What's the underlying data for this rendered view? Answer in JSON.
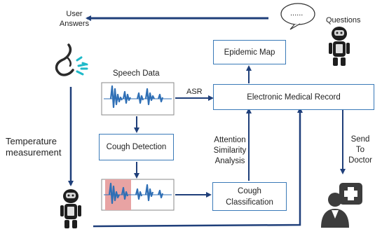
{
  "labels": {
    "user_answers": [
      "User",
      "Answers"
    ],
    "questions": "Questions",
    "bubble": "......",
    "speech_data": "Speech Data",
    "asr": "ASR",
    "temperature": [
      "Temperature",
      "measurement"
    ],
    "attention": [
      "Attention",
      "Similarity",
      "Analysis"
    ],
    "send_to_doctor": [
      "Send",
      "To",
      "Doctor"
    ]
  },
  "boxes": {
    "epidemic_map": "Epidemic Map",
    "emr": "Electronic Medical Record",
    "cough_detection": "Cough Detection",
    "cough_classification": [
      "Cough",
      "Classification"
    ]
  },
  "colors": {
    "arrow": "#1f3f7a",
    "box_border": "#3a7ab8",
    "waveform": "#2f6fb5",
    "cough_highlight": "#e8a3a3"
  },
  "icons": {
    "robot": "robot-icon",
    "nose_cough": "cough-nose-icon",
    "doctor": "doctor-icon",
    "bubble": "speech-bubble-icon"
  }
}
